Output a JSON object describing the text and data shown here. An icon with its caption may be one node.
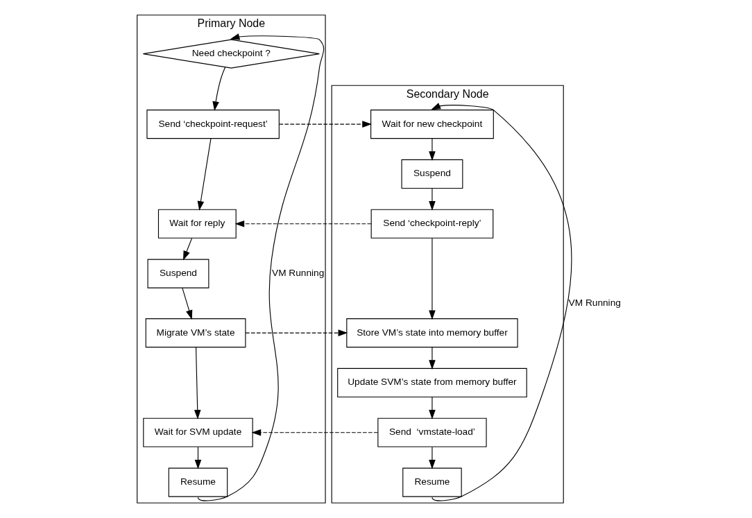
{
  "diagram": {
    "nodes": [
      {
        "text": [
          "Primary Node"
        ]
      },
      {
        "text": [
          "Need checkpoint ?"
        ],
        "in": 0
      },
      {
        "text": [
          "Send ‘checkpoint-request’"
        ],
        "in": 0
      },
      {
        "text": [
          "Wait for reply"
        ],
        "in": 0
      },
      {
        "text": [
          "Suspend"
        ],
        "in": 0
      },
      {
        "text": [
          "Migrate VM’s state"
        ],
        "in": 0
      },
      {
        "text": [
          "Wait for SVM update"
        ],
        "in": 0
      },
      {
        "text": [
          "Resume"
        ],
        "in": 0
      },
      {
        "text": [
          "Secondary Node"
        ]
      },
      {
        "text": [
          "Wait for new checkpoint"
        ],
        "in": 8
      },
      {
        "text": [
          "Suspend"
        ],
        "in": 8
      },
      {
        "text": [
          "Send ‘checkpoint-reply’"
        ],
        "in": 8
      },
      {
        "text": [
          "Store VM’s state into memory buffer"
        ],
        "in": 8
      },
      {
        "text": [
          "Update SVM’s state from memory buffer"
        ],
        "in": 8
      },
      {
        "text": [
          "Send  ‘vmstate-load’"
        ],
        "in": 8
      },
      {
        "text": [
          "Resume"
        ],
        "in": 8
      }
    ],
    "edges": [
      {
        "from": 1,
        "to": 2,
        "arrow": "to"
      },
      {
        "from": 2,
        "to": 3,
        "arrow": "to"
      },
      {
        "from": 3,
        "to": 4,
        "arrow": "to"
      },
      {
        "from": 4,
        "to": 5,
        "arrow": "to"
      },
      {
        "from": 5,
        "to": 6,
        "arrow": "to"
      },
      {
        "from": 6,
        "to": 7,
        "arrow": "to"
      },
      {
        "from": 7,
        "to": 1,
        "arrow": "to",
        "label": "VM Running"
      },
      {
        "from": 2,
        "to": 9,
        "arrow": "to",
        "style": "dashed"
      },
      {
        "from": 9,
        "to": 10,
        "arrow": "to"
      },
      {
        "from": 10,
        "to": 11,
        "arrow": "to"
      },
      {
        "from": 11,
        "to": 3,
        "arrow": "to",
        "style": "dashed"
      },
      {
        "from": 11,
        "to": 12,
        "arrow": "to"
      },
      {
        "from": 12,
        "to": 13,
        "arrow": "to"
      },
      {
        "from": 13,
        "to": 14,
        "arrow": "to"
      },
      {
        "from": 5,
        "to": 12,
        "arrow": "to",
        "style": "dashed"
      },
      {
        "from": 14,
        "to": 6,
        "arrow": "to",
        "style": "dashed"
      },
      {
        "from": 14,
        "to": 15,
        "arrow": "to"
      },
      {
        "from": 15,
        "to": 9,
        "arrow": "to",
        "label": "VM Running"
      }
    ]
  }
}
